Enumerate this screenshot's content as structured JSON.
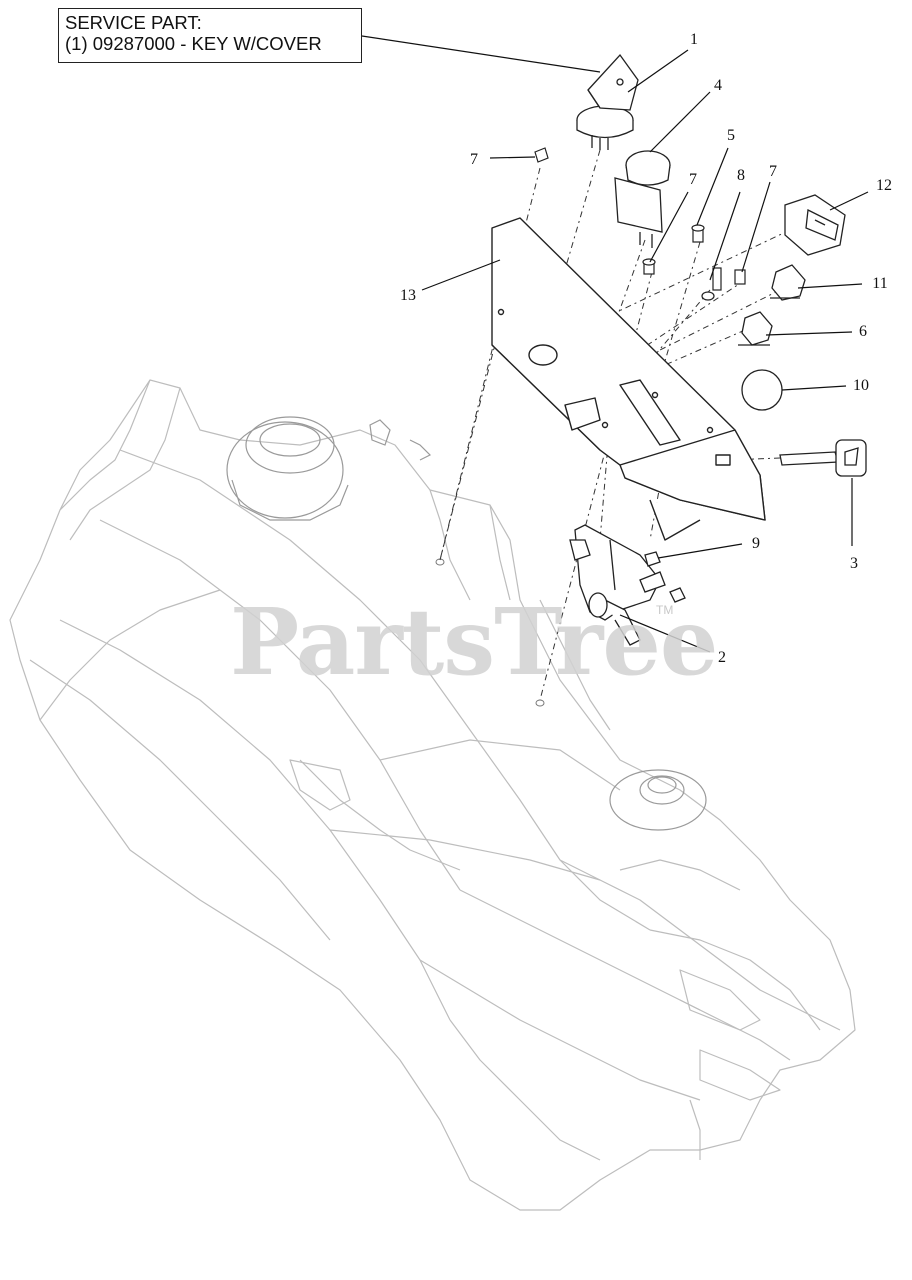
{
  "service_note": {
    "line1": "SERVICE PART:",
    "line2": "(1) 09287000 - KEY W/COVER"
  },
  "callouts": [
    "1",
    "2",
    "3",
    "4",
    "5",
    "6",
    "7",
    "7",
    "7",
    "8",
    "9",
    "10",
    "11",
    "12",
    "13"
  ],
  "watermark": {
    "text": "PartsTree",
    "tm": "TM"
  },
  "colors": {
    "line": "#b8b8b8",
    "part": "#222222",
    "watermark": "#d2d2d2"
  }
}
